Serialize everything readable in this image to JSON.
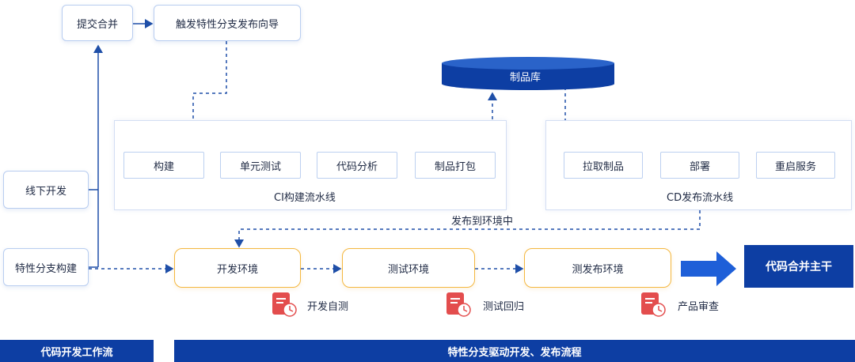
{
  "workflow": {
    "submit_merge": "提交合并",
    "trigger_wizard": "触发特性分支发布向导",
    "offline_dev": "线下开发",
    "feature_build": "特性分支构建"
  },
  "repo": {
    "label": "制品库"
  },
  "ci": {
    "steps": [
      "构建",
      "单元测试",
      "代码分析",
      "制品打包"
    ],
    "title": "CI构建流水线"
  },
  "cd": {
    "steps": [
      "拉取制品",
      "部署",
      "重启服务"
    ],
    "title": "CD发布流水线"
  },
  "publish_label": "发布到环境中",
  "envs": [
    {
      "name": "开发环境",
      "task": "开发自测"
    },
    {
      "name": "测试环境",
      "task": "测试回归"
    },
    {
      "name": "测发布环境",
      "task": "产品审查"
    }
  ],
  "merge_trunk": "代码合并主干",
  "footer": {
    "left": "代码开发工作流",
    "right": "特性分支驱动开发、发布流程"
  },
  "colors": {
    "primary": "#0d3ea3",
    "env_border": "#f4b73f",
    "doc_icon": "#e34d4d"
  }
}
